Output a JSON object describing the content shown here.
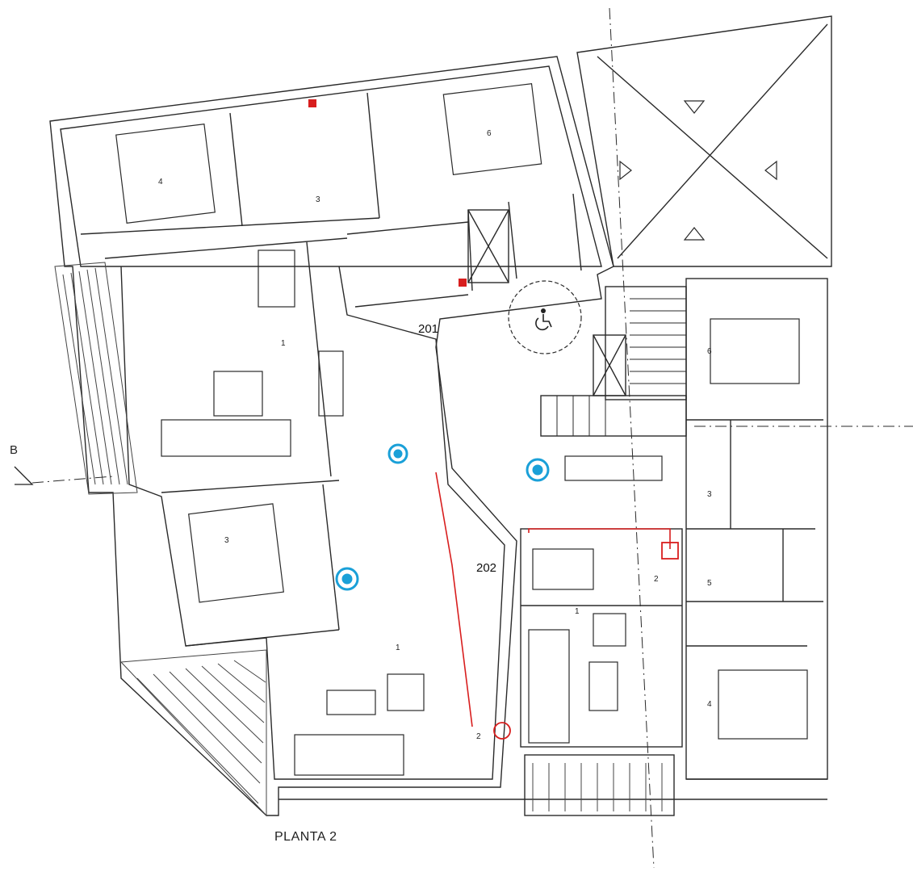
{
  "plan": {
    "title": "PLANTA 2",
    "section_marker": "B",
    "unit_labels": [
      "201",
      "202"
    ],
    "room_numbers": {
      "ne_bed": "6",
      "nw_bed": "4",
      "hall": "3",
      "living": "1",
      "sw_bed": "3",
      "e_bed": "6",
      "e_hall": "3",
      "living2": "1",
      "bath2": "2",
      "e_bed2": "4",
      "bath3": "2",
      "se_bath": "5",
      "se_living": "1"
    },
    "colors": {
      "line": "#2a2a2a",
      "accent_red": "#d81e1e",
      "accent_blue": "#1aa0d8",
      "hatch": "#444444"
    },
    "icons": [
      "accessibility-icon",
      "water-meter-icon",
      "gas-meter-icon"
    ]
  }
}
